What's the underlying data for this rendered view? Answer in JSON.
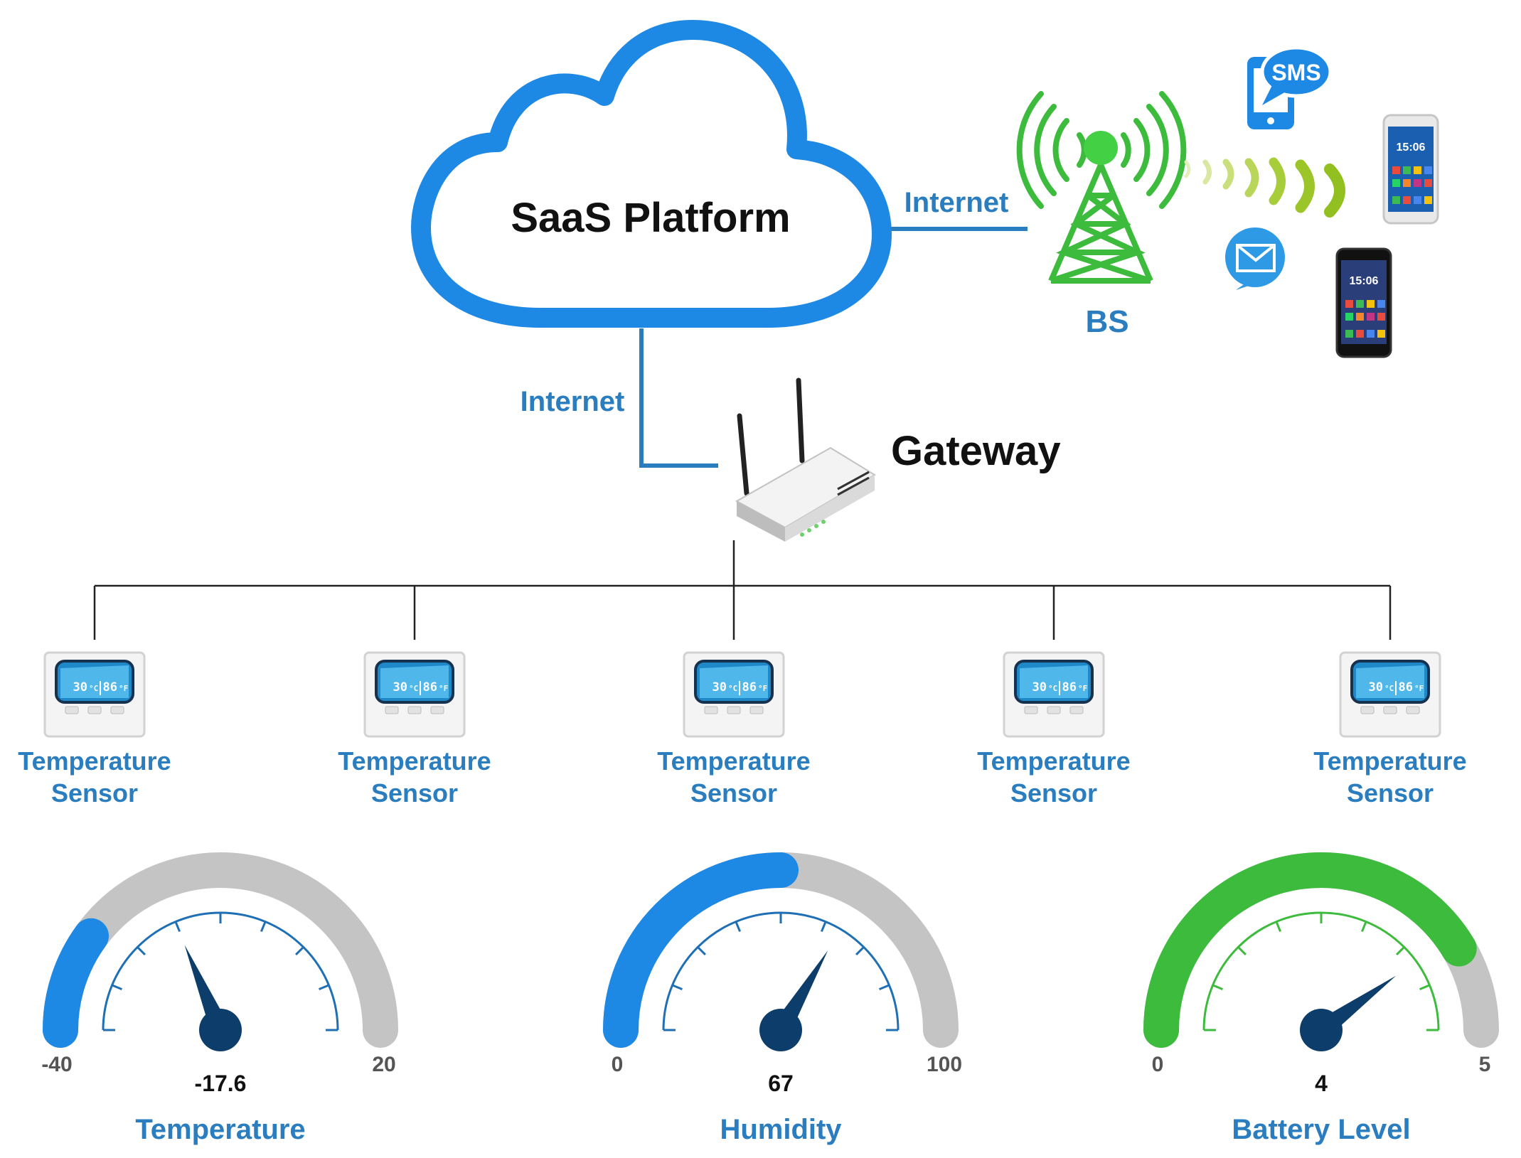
{
  "colors": {
    "cloud": "#1e88e5",
    "link": "#2a7dbf",
    "tower": "#3dbb3d",
    "gauge_track": "#c4c4c4",
    "gauge_blue": "#1e88e5",
    "gauge_green": "#3dbb3d",
    "needle": "#0d3d6b"
  },
  "cloud": {
    "label": "SaaS Platform"
  },
  "links": {
    "cloud_to_bs": "Internet",
    "cloud_to_gateway": "Internet"
  },
  "tower": {
    "label": "BS"
  },
  "gateway": {
    "label": "Gateway"
  },
  "notifications": {
    "sms_bubble": "SMS",
    "email_icon": "envelope-icon"
  },
  "phones": {
    "time": "15:06"
  },
  "thermostat_display": {
    "celsius": "30",
    "fahrenheit": "86",
    "unit_c": "°C",
    "unit_f": "°F"
  },
  "sensors": [
    {
      "line1": "Temperature",
      "line2": "Sensor"
    },
    {
      "line1": "Temperature",
      "line2": "Sensor"
    },
    {
      "line1": "Temperature",
      "line2": "Sensor"
    },
    {
      "line1": "Temperature",
      "line2": "Sensor"
    },
    {
      "line1": "Temperature",
      "line2": "Sensor"
    }
  ],
  "gauges": [
    {
      "title": "Temperature",
      "min": -40,
      "max": 20,
      "value": -17.6,
      "value_label": "-17.6",
      "min_label": "-40",
      "max_label": "20",
      "fill_color": "#1e88e5",
      "scale_color": "#1e6fb5",
      "fill_fraction": 0.2
    },
    {
      "title": "Humidity",
      "min": 0,
      "max": 100,
      "value": 67,
      "value_label": "67",
      "min_label": "0",
      "max_label": "100",
      "fill_color": "#1e88e5",
      "scale_color": "#1e6fb5",
      "fill_fraction": 0.5
    },
    {
      "title": "Battery Level",
      "min": 0,
      "max": 5,
      "value": 4,
      "value_label": "4",
      "min_label": "0",
      "max_label": "5",
      "fill_color": "#3dbb3d",
      "scale_color": "#3dbb3d",
      "fill_fraction": 0.83
    }
  ]
}
